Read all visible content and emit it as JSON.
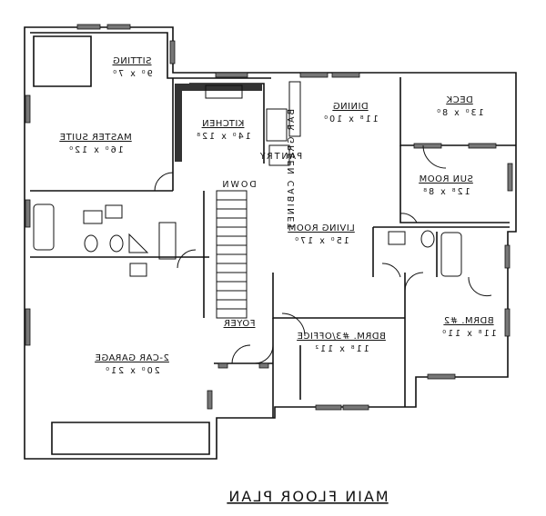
{
  "plan_title": "MAIN FLOOR PLAN",
  "rooms": [
    {
      "name": "SITTING",
      "size": "9⁰ x 7⁰"
    },
    {
      "name": "MASTER SUITE",
      "size": "16⁰ x 12⁰"
    },
    {
      "name": "KITCHEN",
      "size": "14⁰ x 12⁸"
    },
    {
      "name": "DINING",
      "size": "11⁸ x 10⁰"
    },
    {
      "name": "DECK",
      "size": "13⁰ x 8⁰"
    },
    {
      "name": "SUN ROOM",
      "size": "12⁸ x 8⁸"
    },
    {
      "name": "LIVING ROOM",
      "size": "15⁰ x 17⁰"
    },
    {
      "name": "FOYER",
      "size": ""
    },
    {
      "name": "BDRM. #3/OFFICE",
      "size": "11⁸ x 11²"
    },
    {
      "name": "BDRM. #2",
      "size": "11⁸ x 11⁰"
    },
    {
      "name": "2-CAR GARAGE",
      "size": "20⁰ x 21⁰"
    }
  ],
  "fixtures": {
    "pantry": "PANTRY",
    "cabinet": "BAR GREEN CABINET",
    "stair": "DOWN"
  }
}
